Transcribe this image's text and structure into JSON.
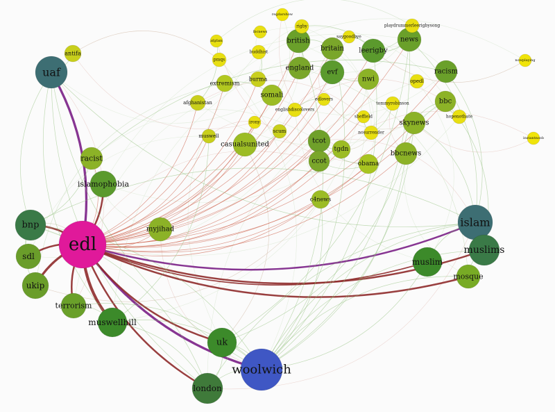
{
  "colors": {
    "background": "#fbfbfb",
    "edge_red": "#c9563f",
    "edge_green": "#8fbf7a",
    "edge_purple": "#7a1f86",
    "edge_brown": "#8e2a2a"
  },
  "nodes": [
    {
      "id": "edl",
      "label": "edl",
      "color": "#e0199a",
      "size": 10
    },
    {
      "id": "woolwich",
      "label": "woolwich",
      "color": "#3f57c4",
      "size": 7
    },
    {
      "id": "uaf",
      "label": "uaf",
      "color": "#3d6e73",
      "size": 6
    },
    {
      "id": "islam",
      "label": "islam",
      "color": "#3d6e73",
      "size": 6
    },
    {
      "id": "muslims",
      "label": "muslims",
      "color": "#3a7a47",
      "size": 5
    },
    {
      "id": "bnp",
      "label": "bnp",
      "color": "#3a7a47",
      "size": 5
    },
    {
      "id": "muswellhill",
      "label": "muswellhill",
      "color": "#3c8a2a",
      "size": 5
    },
    {
      "id": "uk",
      "label": "uk",
      "color": "#3c8a2a",
      "size": 5
    },
    {
      "id": "london",
      "label": "london",
      "color": "#3f7a3a",
      "size": 5
    },
    {
      "id": "muslim",
      "label": "muslim",
      "color": "#3c8a2a",
      "size": 5
    },
    {
      "id": "sdl",
      "label": "sdl",
      "color": "#6a9d2a",
      "size": 4
    },
    {
      "id": "ukip",
      "label": "ukip",
      "color": "#6a9d2a",
      "size": 4
    },
    {
      "id": "terrorism",
      "label": "terrorism",
      "color": "#6aa02a",
      "size": 4
    },
    {
      "id": "islamophobia",
      "label": "islamophobia",
      "color": "#5b9a2d",
      "size": 4
    },
    {
      "id": "mosque",
      "label": "mosque",
      "color": "#78ab25",
      "size": 3
    },
    {
      "id": "racist",
      "label": "racist",
      "color": "#8cb227",
      "size": 3
    },
    {
      "id": "myjihad",
      "label": "myjihad",
      "color": "#8cb227",
      "size": 3
    },
    {
      "id": "c4news",
      "label": "c4news",
      "color": "#9cbc25",
      "size": 2
    },
    {
      "id": "casualsunited",
      "label": "casualsunited",
      "color": "#9cbc25",
      "size": 3
    },
    {
      "id": "tcot",
      "label": "tcot",
      "color": "#6fa02a",
      "size": 3
    },
    {
      "id": "ccot",
      "label": "ccot",
      "color": "#7aa62a",
      "size": 3
    },
    {
      "id": "tgdn",
      "label": "tgdn",
      "color": "#9cbc25",
      "size": 2
    },
    {
      "id": "obama",
      "label": "obama",
      "color": "#a8c420",
      "size": 2
    },
    {
      "id": "bbcnews",
      "label": "bbcnews",
      "color": "#8cb227",
      "size": 3
    },
    {
      "id": "skynews",
      "label": "skynews",
      "color": "#8cb227",
      "size": 3
    },
    {
      "id": "bbc",
      "label": "bbc",
      "color": "#8cb227",
      "size": 3
    },
    {
      "id": "racism",
      "label": "racism",
      "color": "#6aa02a",
      "size": 3
    },
    {
      "id": "news",
      "label": "news",
      "color": "#6aa02a",
      "size": 3
    },
    {
      "id": "leerigby",
      "label": "leerigby",
      "color": "#5b9a2d",
      "size": 3
    },
    {
      "id": "britain",
      "label": "britain",
      "color": "#7aa62a",
      "size": 3
    },
    {
      "id": "british",
      "label": "british",
      "color": "#6aa02a",
      "size": 3
    },
    {
      "id": "england",
      "label": "england",
      "color": "#7aa62a",
      "size": 3
    },
    {
      "id": "evf",
      "label": "evf",
      "color": "#5b9a2d",
      "size": 3
    },
    {
      "id": "nwi",
      "label": "nwi",
      "color": "#8cb227",
      "size": 3
    },
    {
      "id": "somali",
      "label": "somali",
      "color": "#9cbc25",
      "size": 3
    },
    {
      "id": "extremism",
      "label": "extremism",
      "color": "#b2c820",
      "size": 2
    },
    {
      "id": "burma",
      "label": "burma",
      "color": "#c8cf1c",
      "size": 2
    },
    {
      "id": "antifa",
      "label": "antifa",
      "color": "#c8cf1c",
      "size": 2
    },
    {
      "id": "afghanistan",
      "label": "afghanistan",
      "color": "#c8cf1c",
      "size": 2
    },
    {
      "id": "muswell",
      "label": "muswell",
      "color": "#c8cf1c",
      "size": 1
    },
    {
      "id": "irony",
      "label": "irony",
      "color": "#e8df12",
      "size": 1
    },
    {
      "id": "scum",
      "label": "scum",
      "color": "#c8cf1c",
      "size": 1
    },
    {
      "id": "edlovers",
      "label": "edlovers",
      "color": "#e8df12",
      "size": 1
    },
    {
      "id": "englishdiscolovers",
      "label": "englishdiscolovers",
      "color": "#e8df12",
      "size": 1
    },
    {
      "id": "nosurrender",
      "label": "nosurrender",
      "color": "#e8df12",
      "size": 1
    },
    {
      "id": "sheffield",
      "label": "sheffield",
      "color": "#e8df12",
      "size": 1
    },
    {
      "id": "tommyrobinson",
      "label": "tommyrobinson",
      "color": "#e8df12",
      "size": 1
    },
    {
      "id": "opedl",
      "label": "opedl",
      "color": "#e8df12",
      "size": 1
    },
    {
      "id": "hopenothate",
      "label": "hopenothate",
      "color": "#e8df12",
      "size": 1
    },
    {
      "id": "pmqs",
      "label": "pmqs",
      "color": "#e8df12",
      "size": 1
    },
    {
      "id": "afgfam",
      "label": "afgfam",
      "color": "#e8df12",
      "size": 1
    },
    {
      "id": "buddhist",
      "label": "buddhist",
      "color": "#e8df12",
      "size": 1
    },
    {
      "id": "lbcnews",
      "label": "lbcnews",
      "color": "#e8df12",
      "size": 1
    },
    {
      "id": "rigby",
      "label": "rigby",
      "color": "#e8df12",
      "size": 1
    },
    {
      "id": "regdarshow",
      "label": "regdarshow",
      "color": "#f0e40a",
      "size": 1
    },
    {
      "id": "saygoodbye",
      "label": "saygoodbye",
      "color": "#e8df12",
      "size": 1
    },
    {
      "id": "playdrummerleerigbysong",
      "label": "playdrummerleerigbysong",
      "color": "#e8df12",
      "size": 1
    },
    {
      "id": "nowplaying",
      "label": "nowplaying",
      "color": "#f0e40a",
      "size": 1
    },
    {
      "id": "instantnoob",
      "label": "instantnoob",
      "color": "#f0e40a",
      "size": 1
    }
  ],
  "edges": [
    {
      "source": "edl",
      "target": "uaf",
      "weight": 3,
      "tone": "purple"
    },
    {
      "source": "edl",
      "target": "islam",
      "weight": 2,
      "tone": "purple"
    },
    {
      "source": "edl",
      "target": "woolwich",
      "weight": 3,
      "tone": "purple"
    },
    {
      "source": "edl",
      "target": "muswellhill",
      "weight": 4,
      "tone": "brown"
    },
    {
      "source": "edl",
      "target": "london",
      "weight": 2,
      "tone": "brown"
    },
    {
      "source": "edl",
      "target": "uk",
      "weight": 2,
      "tone": "brown"
    },
    {
      "source": "edl",
      "target": "muslims",
      "weight": 2,
      "tone": "brown"
    },
    {
      "source": "edl",
      "target": "mosque",
      "weight": 2,
      "tone": "brown"
    },
    {
      "source": "edl",
      "target": "muslim",
      "weight": 1,
      "tone": "brown"
    },
    {
      "source": "edl",
      "target": "bnp",
      "weight": 2,
      "tone": "brown"
    },
    {
      "source": "edl",
      "target": "ukip",
      "weight": 3,
      "tone": "brown"
    },
    {
      "source": "edl",
      "target": "terrorism",
      "weight": 2,
      "tone": "brown"
    },
    {
      "source": "edl",
      "target": "sdl",
      "weight": 2,
      "tone": "brown"
    },
    {
      "source": "edl",
      "target": "islamophobia",
      "weight": 2,
      "tone": "brown"
    },
    {
      "source": "edl",
      "target": "racist",
      "weight": 1,
      "tone": "red"
    },
    {
      "source": "edl",
      "target": "myjihad",
      "weight": 1,
      "tone": "red"
    },
    {
      "source": "edl",
      "target": "casualsunited",
      "weight": 1,
      "tone": "red"
    },
    {
      "source": "edl",
      "target": "tcot",
      "weight": 1,
      "tone": "red"
    },
    {
      "source": "edl",
      "target": "ccot",
      "weight": 1,
      "tone": "red"
    },
    {
      "source": "edl",
      "target": "england",
      "weight": 1,
      "tone": "red"
    },
    {
      "source": "edl",
      "target": "evf",
      "weight": 1,
      "tone": "red"
    },
    {
      "source": "edl",
      "target": "british",
      "weight": 1,
      "tone": "red"
    },
    {
      "source": "edl",
      "target": "britain",
      "weight": 1,
      "tone": "red"
    },
    {
      "source": "edl",
      "target": "leerigby",
      "weight": 1,
      "tone": "red"
    },
    {
      "source": "edl",
      "target": "news",
      "weight": 1,
      "tone": "red"
    },
    {
      "source": "edl",
      "target": "somali",
      "weight": 1,
      "tone": "red"
    },
    {
      "source": "edl",
      "target": "extremism",
      "weight": 1,
      "tone": "red"
    },
    {
      "source": "edl",
      "target": "burma",
      "weight": 1,
      "tone": "red"
    },
    {
      "source": "edl",
      "target": "nwi",
      "weight": 1,
      "tone": "red"
    },
    {
      "source": "edl",
      "target": "bbc",
      "weight": 1,
      "tone": "red"
    },
    {
      "source": "edl",
      "target": "skynews",
      "weight": 1,
      "tone": "red"
    },
    {
      "source": "edl",
      "target": "bbcnews",
      "weight": 1,
      "tone": "red"
    },
    {
      "source": "edl",
      "target": "racism",
      "weight": 1,
      "tone": "red"
    },
    {
      "source": "edl",
      "target": "c4news",
      "weight": 1,
      "tone": "red"
    },
    {
      "source": "edl",
      "target": "scum",
      "weight": 1,
      "tone": "red"
    },
    {
      "source": "edl",
      "target": "irony",
      "weight": 1,
      "tone": "red"
    },
    {
      "source": "edl",
      "target": "edlovers",
      "weight": 1,
      "tone": "red"
    },
    {
      "source": "edl",
      "target": "sheffield",
      "weight": 1,
      "tone": "red"
    },
    {
      "source": "edl",
      "target": "tgdn",
      "weight": 1,
      "tone": "red"
    },
    {
      "source": "edl",
      "target": "afghanistan",
      "weight": 1,
      "tone": "red"
    },
    {
      "source": "edl",
      "target": "muswell",
      "weight": 1,
      "tone": "red"
    },
    {
      "source": "edl",
      "target": "obama",
      "weight": 1,
      "tone": "red"
    },
    {
      "source": "uaf",
      "target": "bnp",
      "weight": 1,
      "tone": "green"
    },
    {
      "source": "uaf",
      "target": "london",
      "weight": 1,
      "tone": "green"
    },
    {
      "source": "uaf",
      "target": "antifa",
      "weight": 1,
      "tone": "green"
    },
    {
      "source": "uaf",
      "target": "woolwich",
      "weight": 1,
      "tone": "green"
    },
    {
      "source": "uaf",
      "target": "islam",
      "weight": 1,
      "tone": "green"
    },
    {
      "source": "islam",
      "target": "woolwich",
      "weight": 1,
      "tone": "green"
    },
    {
      "source": "islam",
      "target": "muslims",
      "weight": 1,
      "tone": "green"
    },
    {
      "source": "islam",
      "target": "muslim",
      "weight": 1,
      "tone": "green"
    },
    {
      "source": "islam",
      "target": "london",
      "weight": 1,
      "tone": "green"
    },
    {
      "source": "islam",
      "target": "news",
      "weight": 1,
      "tone": "green"
    },
    {
      "source": "islam",
      "target": "racism",
      "weight": 1,
      "tone": "green"
    },
    {
      "source": "islam",
      "target": "bnp",
      "weight": 1,
      "tone": "green"
    },
    {
      "source": "muslims",
      "target": "mosque",
      "weight": 1,
      "tone": "green"
    },
    {
      "source": "muslims",
      "target": "woolwich",
      "weight": 1,
      "tone": "green"
    },
    {
      "source": "woolwich",
      "target": "uk",
      "weight": 1,
      "tone": "green"
    },
    {
      "source": "woolwich",
      "target": "london",
      "weight": 1,
      "tone": "green"
    },
    {
      "source": "woolwich",
      "target": "muslim",
      "weight": 1,
      "tone": "green"
    },
    {
      "source": "woolwich",
      "target": "c4news",
      "weight": 1,
      "tone": "green"
    },
    {
      "source": "woolwich",
      "target": "bbcnews",
      "weight": 1,
      "tone": "green"
    },
    {
      "source": "woolwich",
      "target": "skynews",
      "weight": 1,
      "tone": "green"
    },
    {
      "source": "woolwich",
      "target": "leerigby",
      "weight": 1,
      "tone": "green"
    },
    {
      "source": "woolwich",
      "target": "news",
      "weight": 1,
      "tone": "green"
    },
    {
      "source": "woolwich",
      "target": "britain",
      "weight": 1,
      "tone": "green"
    },
    {
      "source": "woolwich",
      "target": "british",
      "weight": 1,
      "tone": "green"
    },
    {
      "source": "woolwich",
      "target": "terrorism",
      "weight": 1,
      "tone": "green"
    },
    {
      "source": "woolwich",
      "target": "bnp",
      "weight": 1,
      "tone": "green"
    },
    {
      "source": "woolwich",
      "target": "muswellhill",
      "weight": 1,
      "tone": "green"
    },
    {
      "source": "london",
      "target": "bnp",
      "weight": 1,
      "tone": "green"
    },
    {
      "source": "london",
      "target": "uk",
      "weight": 1,
      "tone": "green"
    },
    {
      "source": "london",
      "target": "muswellhill",
      "weight": 1,
      "tone": "green"
    },
    {
      "source": "bnp",
      "target": "sdl",
      "weight": 1,
      "tone": "green"
    },
    {
      "source": "bnp",
      "target": "ukip",
      "weight": 1,
      "tone": "green"
    },
    {
      "source": "bnp",
      "target": "racist",
      "weight": 1,
      "tone": "green"
    },
    {
      "source": "uk",
      "target": "news",
      "weight": 1,
      "tone": "green"
    },
    {
      "source": "uk",
      "target": "bbcnews",
      "weight": 1,
      "tone": "green"
    },
    {
      "source": "muswellhill",
      "target": "terrorism",
      "weight": 1,
      "tone": "green"
    },
    {
      "source": "muswellhill",
      "target": "muswell",
      "weight": 1,
      "tone": "green"
    },
    {
      "source": "leerigby",
      "target": "rigby",
      "weight": 1,
      "tone": "green"
    },
    {
      "source": "leerigby",
      "target": "playdrummerleerigbysong",
      "weight": 1,
      "tone": "green"
    },
    {
      "source": "leerigby",
      "target": "saygoodbye",
      "weight": 1,
      "tone": "green"
    },
    {
      "source": "leerigby",
      "target": "news",
      "weight": 1,
      "tone": "green"
    },
    {
      "source": "britain",
      "target": "british",
      "weight": 1,
      "tone": "green"
    },
    {
      "source": "england",
      "target": "british",
      "weight": 1,
      "tone": "green"
    },
    {
      "source": "evf",
      "target": "england",
      "weight": 1,
      "tone": "green"
    },
    {
      "source": "evf",
      "target": "nwi",
      "weight": 1,
      "tone": "green"
    },
    {
      "source": "tcot",
      "target": "ccot",
      "weight": 1,
      "tone": "green"
    },
    {
      "source": "tcot",
      "target": "obama",
      "weight": 1,
      "tone": "green"
    },
    {
      "source": "tcot",
      "target": "tgdn",
      "weight": 1,
      "tone": "green"
    },
    {
      "source": "ccot",
      "target": "obama",
      "weight": 1,
      "tone": "green"
    },
    {
      "source": "bbc",
      "target": "bbcnews",
      "weight": 1,
      "tone": "green"
    },
    {
      "source": "bbc",
      "target": "skynews",
      "weight": 1,
      "tone": "green"
    },
    {
      "source": "bbc",
      "target": "hopenothate",
      "weight": 1,
      "tone": "green"
    },
    {
      "source": "skynews",
      "target": "bbcnews",
      "weight": 1,
      "tone": "green"
    },
    {
      "source": "racism",
      "target": "racist",
      "weight": 1,
      "tone": "green"
    },
    {
      "source": "somali",
      "target": "extremism",
      "weight": 1,
      "tone": "green"
    },
    {
      "source": "burma",
      "target": "buddhist",
      "weight": 1,
      "tone": "green"
    },
    {
      "source": "afghanistan",
      "target": "afgfam",
      "weight": 1,
      "tone": "green"
    },
    {
      "source": "casualsunited",
      "target": "scum",
      "weight": 1,
      "tone": "green"
    },
    {
      "source": "edlovers",
      "target": "englishdiscolovers",
      "weight": 1,
      "tone": "green"
    },
    {
      "source": "nosurrender",
      "target": "tommyrobinson",
      "weight": 1,
      "tone": "green"
    },
    {
      "source": "sheffield",
      "target": "nosurrender",
      "weight": 1,
      "tone": "green"
    },
    {
      "source": "uaf",
      "target": "muswellhill",
      "weight": 1,
      "tone": "green"
    },
    {
      "source": "islam",
      "target": "skynews",
      "weight": 1,
      "tone": "green"
    },
    {
      "source": "muslims",
      "target": "bbc",
      "weight": 1,
      "tone": "green"
    },
    {
      "source": "mosque",
      "target": "woolwich",
      "weight": 1,
      "tone": "green"
    }
  ]
}
